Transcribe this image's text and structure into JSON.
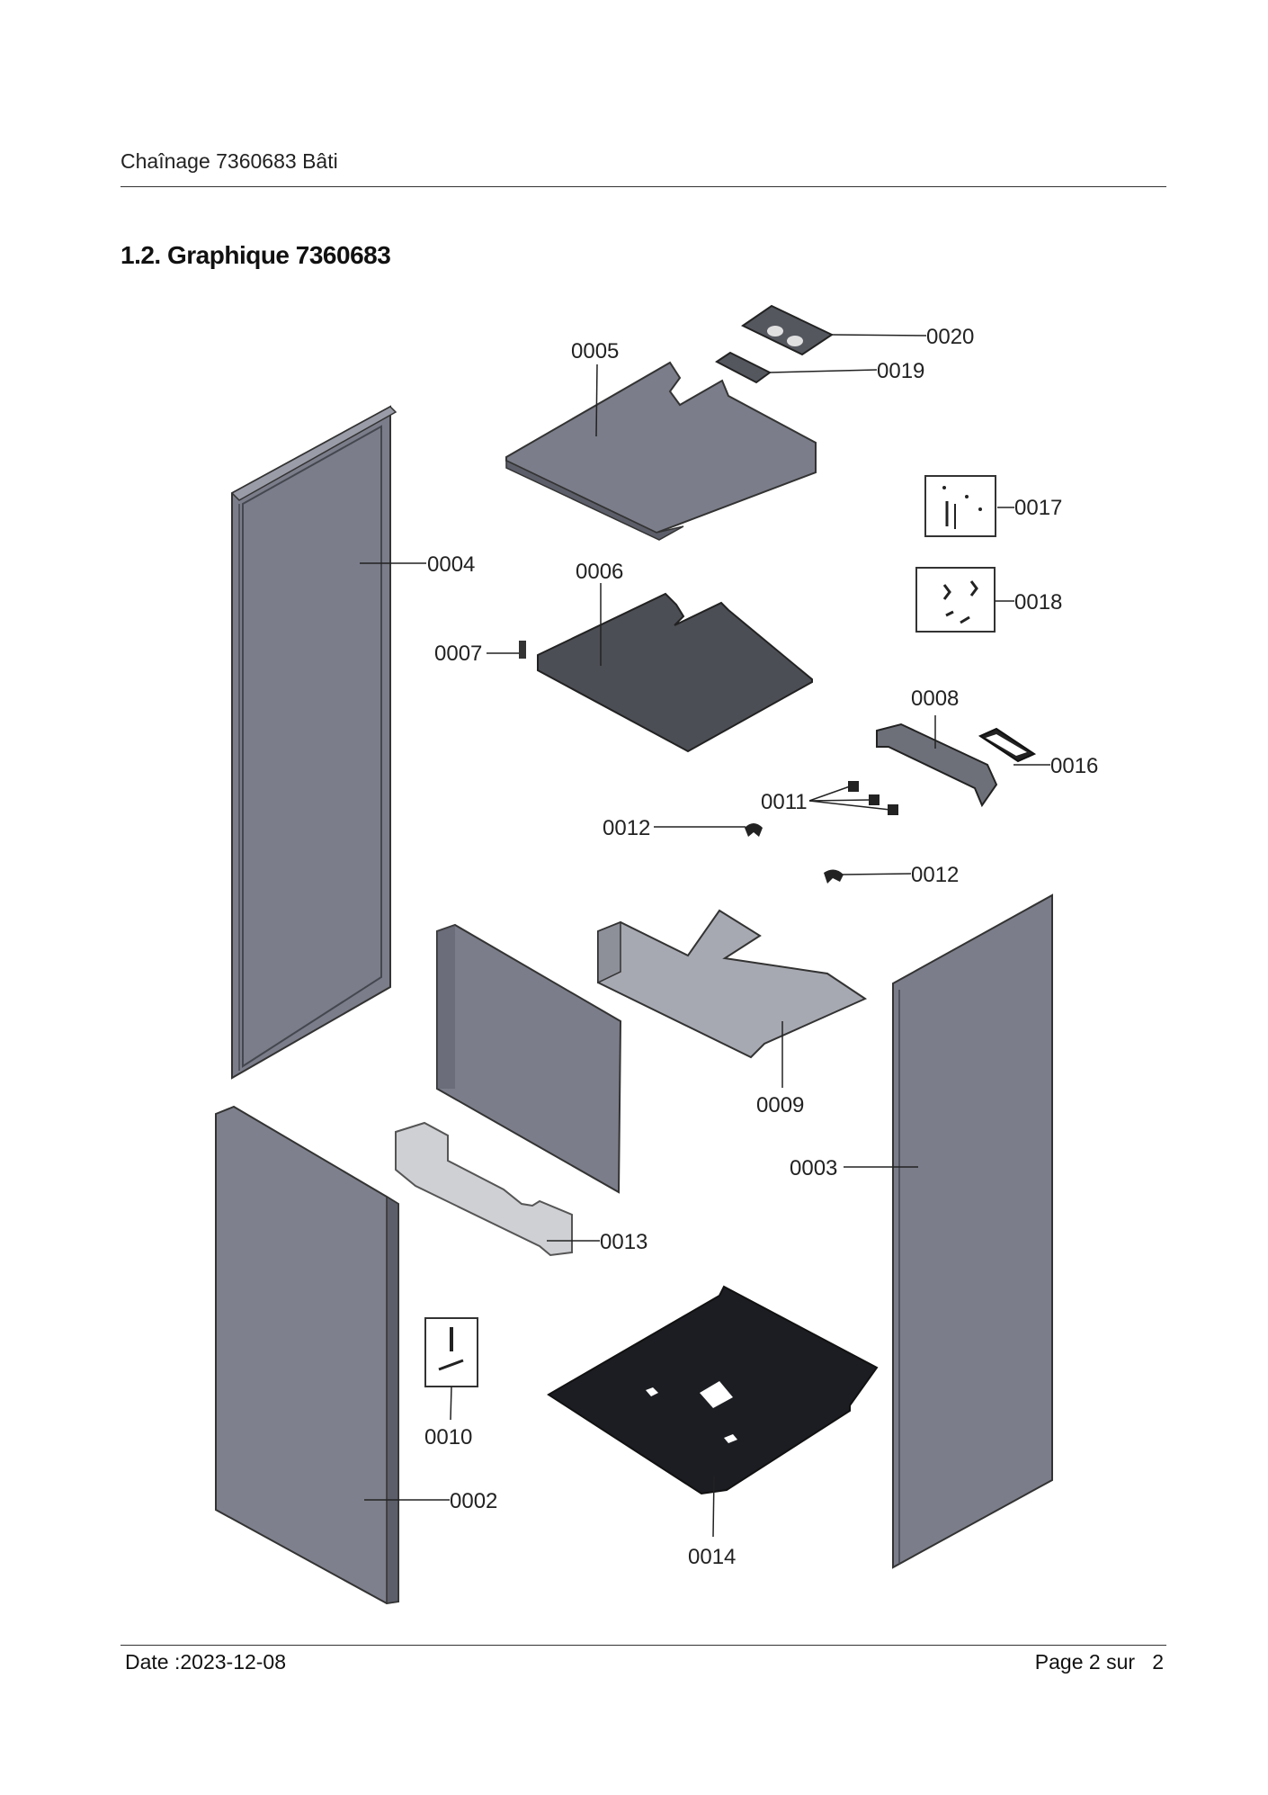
{
  "header": {
    "title": "Chaînage 7360683 Bâti"
  },
  "section": {
    "title": "1.2. Graphique 7360683"
  },
  "diagram": {
    "callouts": {
      "c0002": "0002",
      "c0003": "0003",
      "c0004": "0004",
      "c0005": "0005",
      "c0006": "0006",
      "c0007": "0007",
      "c0008": "0008",
      "c0009": "0009",
      "c0010": "0010",
      "c0011": "0011",
      "c0012a": "0012",
      "c0012b": "0012",
      "c0013": "0013",
      "c0014": "0014",
      "c0016": "0016",
      "c0017": "0017",
      "c0018": "0018",
      "c0019": "0019",
      "c0020": "0020"
    }
  },
  "footer": {
    "date": "Date :2023-12-08",
    "page": "Page 2 sur   2"
  }
}
